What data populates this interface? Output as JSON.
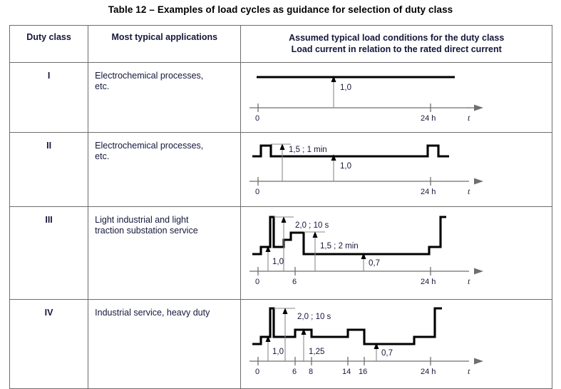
{
  "caption": "Table 12 – Examples of load cycles as guidance for selection of duty class",
  "table": {
    "headers": {
      "duty_class": "Duty class",
      "applications": "Most typical applications",
      "conditions_line1": "Assumed typical load conditions for the duty class",
      "conditions_line2": "Load current in relation to the rated direct current"
    },
    "rows": [
      {
        "duty_class": "I",
        "applications": "Electrochemical processes,\netc.",
        "chart": {
          "axis_origin_label": "0",
          "axis_end_label": "24 h",
          "axis_var": "t",
          "annotations": [
            {
              "text": "1,0"
            }
          ],
          "ticks": [
            "0",
            "24 h"
          ]
        }
      },
      {
        "duty_class": "II",
        "applications": "Electrochemical processes,\netc.",
        "chart": {
          "axis_origin_label": "0",
          "axis_end_label": "24 h",
          "axis_var": "t",
          "annotations": [
            {
              "text": "1,5 ;  1 min"
            },
            {
              "text": "1,0"
            }
          ],
          "ticks": [
            "0",
            "24 h"
          ]
        }
      },
      {
        "duty_class": "III",
        "applications": "Light industrial and light\ntraction substation service",
        "chart": {
          "axis_origin_label": "0",
          "axis_end_label": "24 h",
          "axis_var": "t",
          "annotations": [
            {
              "text": "2,0 ;  10 s"
            },
            {
              "text": "1,5 ;  2 min"
            },
            {
              "text": "1,0"
            },
            {
              "text": "0,7"
            }
          ],
          "ticks": [
            "0",
            "6",
            "24 h"
          ]
        }
      },
      {
        "duty_class": "IV",
        "applications": "Industrial service, heavy duty",
        "chart": {
          "axis_origin_label": "0",
          "axis_end_label": "24 h",
          "axis_var": "t",
          "annotations": [
            {
              "text": "2,0 ;  10 s"
            },
            {
              "text": "1,0"
            },
            {
              "text": "1,25"
            },
            {
              "text": "0,7"
            }
          ],
          "ticks": [
            "0",
            "6",
            "8",
            "14",
            "16",
            "24 h"
          ]
        }
      }
    ]
  },
  "chart_data": [
    {
      "type": "line",
      "title": "Duty class I load cycle",
      "xlabel": "t",
      "ylabel": "Load current (p.u. of rated direct current)",
      "xlim": [
        0,
        24
      ],
      "ylim": [
        0,
        2.2
      ],
      "xticks": [
        0,
        24
      ],
      "xticklabels": [
        "0",
        "24 h"
      ],
      "grid": false,
      "step_profile": [
        {
          "t_start": 0,
          "t_end": 24,
          "value": 1.0
        }
      ],
      "annotations": [
        {
          "label": "1,0",
          "value": 1.0
        }
      ]
    },
    {
      "type": "line",
      "title": "Duty class II load cycle",
      "xlabel": "t",
      "ylabel": "Load current (p.u. of rated direct current)",
      "xlim": [
        0,
        24
      ],
      "ylim": [
        0,
        2.2
      ],
      "xticks": [
        0,
        24
      ],
      "xticklabels": [
        "0",
        "24 h"
      ],
      "grid": false,
      "step_profile": [
        {
          "t_start": 0,
          "t_end": 0.4,
          "value": 1.0
        },
        {
          "t_start": 0.4,
          "t_end": 1.4,
          "value": 1.5,
          "duration": "1 min"
        },
        {
          "t_start": 1.4,
          "t_end": 22.2,
          "value": 1.0
        },
        {
          "t_start": 22.2,
          "t_end": 23.2,
          "value": 1.5,
          "duration": "1 min"
        },
        {
          "t_start": 23.2,
          "t_end": 24,
          "value": 1.0
        }
      ],
      "annotations": [
        {
          "label": "1,5 ;  1 min",
          "value": 1.5,
          "duration": "1 min"
        },
        {
          "label": "1,0",
          "value": 1.0
        }
      ]
    },
    {
      "type": "line",
      "title": "Duty class III load cycle",
      "xlabel": "t",
      "ylabel": "Load current (p.u. of rated direct current)",
      "xlim": [
        0,
        26
      ],
      "ylim": [
        0,
        2.2
      ],
      "xticks": [
        0,
        6,
        24
      ],
      "xticklabels": [
        "0",
        "6",
        "24 h"
      ],
      "grid": false,
      "step_profile": [
        {
          "t_start": 0,
          "t_end": 0.7,
          "value": 0.7
        },
        {
          "t_start": 0.7,
          "t_end": 1.7,
          "value": 1.0
        },
        {
          "t_start": 1.7,
          "t_end": 2.0,
          "value": 2.0,
          "duration": "10 s"
        },
        {
          "t_start": 2.0,
          "t_end": 3.3,
          "value": 1.0
        },
        {
          "t_start": 3.3,
          "t_end": 4.4,
          "value": 1.25
        },
        {
          "t_start": 4.4,
          "t_end": 6.0,
          "value": 1.5,
          "duration": "2 min"
        },
        {
          "t_start": 6.0,
          "t_end": 21.5,
          "value": 0.7
        },
        {
          "t_start": 21.5,
          "t_end": 23.5,
          "value": 1.0
        },
        {
          "t_start": 23.5,
          "t_end": 24,
          "value": 2.0
        }
      ],
      "annotations": [
        {
          "label": "2,0 ;  10 s",
          "value": 2.0,
          "duration": "10 s"
        },
        {
          "label": "1,5 ;  2 min",
          "value": 1.5,
          "duration": "2 min"
        },
        {
          "label": "1,0",
          "value": 1.0
        },
        {
          "label": "0,7",
          "value": 0.7
        }
      ]
    },
    {
      "type": "line",
      "title": "Duty class IV load cycle",
      "xlabel": "t",
      "ylabel": "Load current (p.u. of rated direct current)",
      "xlim": [
        0,
        26
      ],
      "ylim": [
        0,
        2.2
      ],
      "xticks": [
        0,
        6,
        8,
        14,
        16,
        24
      ],
      "xticklabels": [
        "0",
        "6",
        "8",
        "14",
        "16",
        "24 h"
      ],
      "grid": false,
      "step_profile": [
        {
          "t_start": 0,
          "t_end": 0.6,
          "value": 0.7
        },
        {
          "t_start": 0.6,
          "t_end": 1.6,
          "value": 1.0
        },
        {
          "t_start": 1.6,
          "t_end": 1.9,
          "value": 2.0,
          "duration": "10 s"
        },
        {
          "t_start": 1.9,
          "t_end": 6.0,
          "value": 1.0
        },
        {
          "t_start": 6.0,
          "t_end": 8.0,
          "value": 1.25
        },
        {
          "t_start": 8.0,
          "t_end": 14.0,
          "value": 1.0
        },
        {
          "t_start": 14.0,
          "t_end": 16.0,
          "value": 1.25
        },
        {
          "t_start": 16.0,
          "t_end": 21.5,
          "value": 0.7
        },
        {
          "t_start": 21.5,
          "t_end": 23.5,
          "value": 1.0
        },
        {
          "t_start": 23.5,
          "t_end": 24,
          "value": 2.0
        }
      ],
      "annotations": [
        {
          "label": "2,0 ;  10 s",
          "value": 2.0,
          "duration": "10 s"
        },
        {
          "label": "1,0",
          "value": 1.0
        },
        {
          "label": "1,25",
          "value": 1.25
        },
        {
          "label": "0,7",
          "value": 0.7
        }
      ]
    }
  ]
}
